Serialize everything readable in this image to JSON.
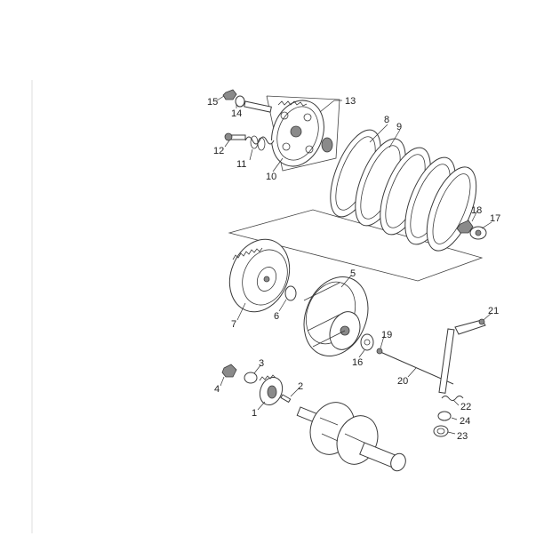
{
  "labels": {
    "n1": "1",
    "n2": "2",
    "n3": "3",
    "n4": "4",
    "n5": "5",
    "n6": "6",
    "n7": "7",
    "n8": "8",
    "n9": "9",
    "n10": "10",
    "n11": "11",
    "n12": "12",
    "n13": "13",
    "n14": "14",
    "n15": "15",
    "n16": "16",
    "n17": "17",
    "n18": "18",
    "n19": "19",
    "n20": "20",
    "n21": "21",
    "n22": "22",
    "n23": "23",
    "n24": "24"
  }
}
